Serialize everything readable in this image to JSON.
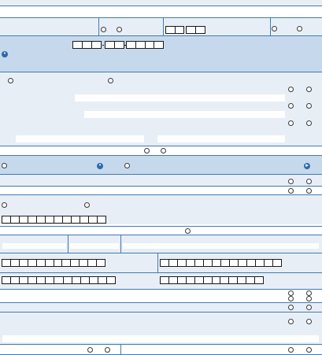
{
  "form": {
    "sections": [
      {
        "id": "header",
        "text": ""
      },
      {
        "id": "identification",
        "text": ""
      },
      {
        "id": "options",
        "text": ""
      },
      {
        "id": "details",
        "text": ""
      },
      {
        "id": "footer",
        "text": ""
      }
    ]
  },
  "colors": {
    "band": "#e8eef6",
    "band_dark": "#c6d9ec",
    "rule": "#3f7bb5",
    "bullet": "#2e6aa7"
  },
  "icons": [
    "radio-icon",
    "bullet-icon",
    "arrow-bullet-icon"
  ]
}
